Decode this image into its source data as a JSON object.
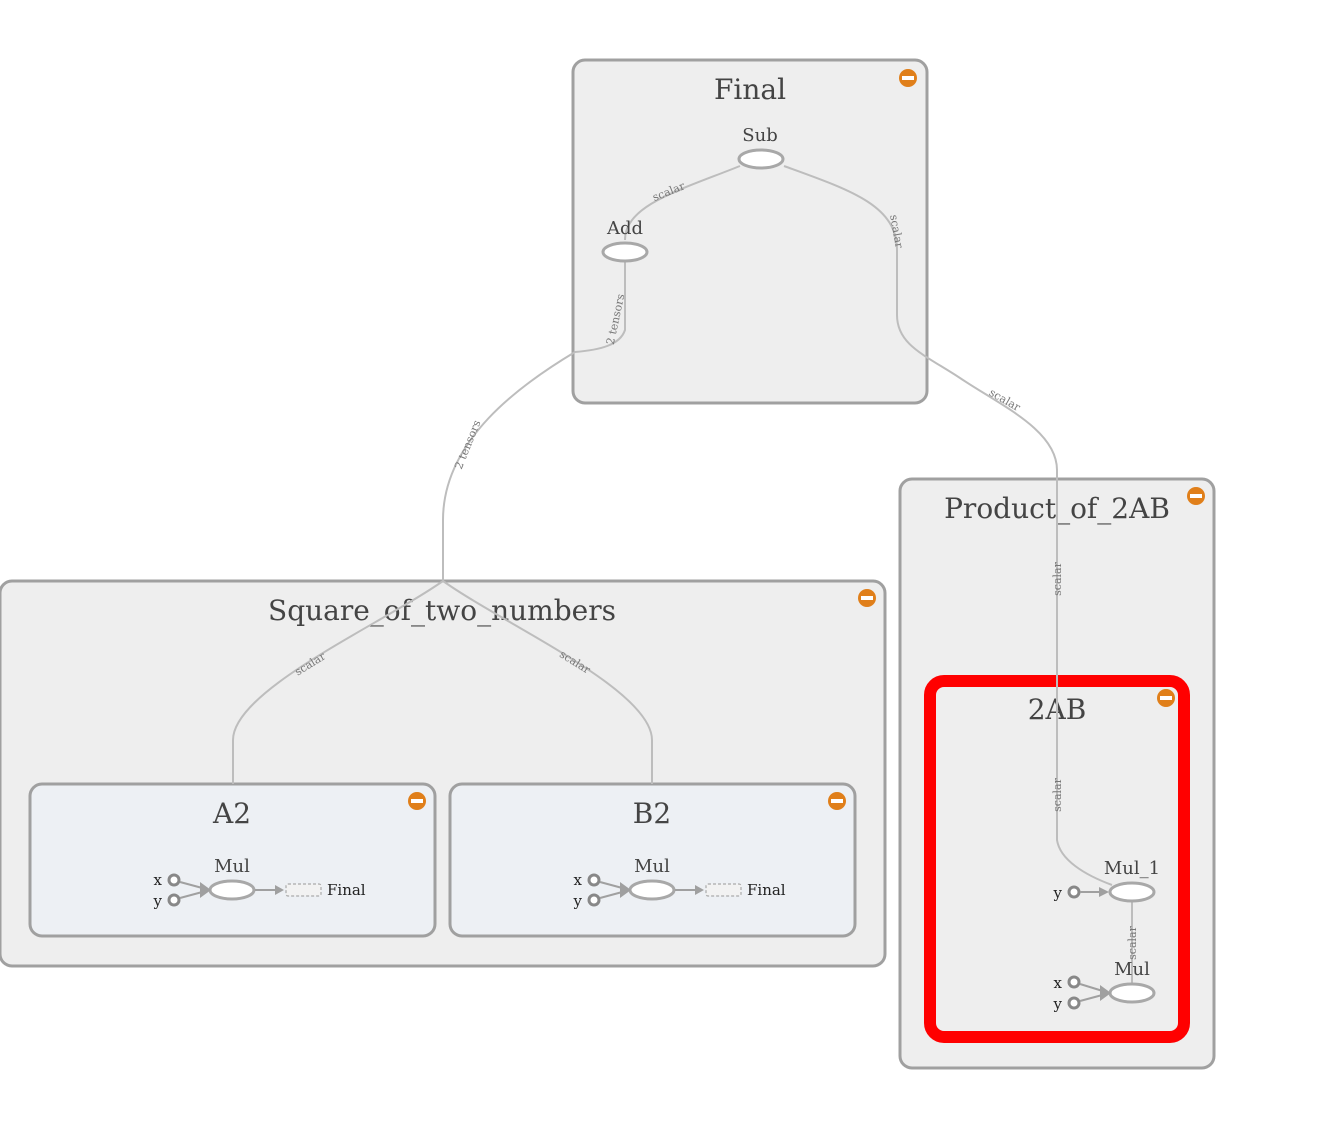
{
  "groups": {
    "final": {
      "title": "Final"
    },
    "square": {
      "title": "Square_of_two_numbers"
    },
    "a2": {
      "title": "A2"
    },
    "b2": {
      "title": "B2"
    },
    "product": {
      "title": "Product_of_2AB"
    },
    "two_ab": {
      "title": "2AB"
    }
  },
  "nodes": {
    "sub": "Sub",
    "add": "Add",
    "a2_mul": "Mul",
    "b2_mul": "Mul",
    "mul_1": "Mul_1",
    "mul": "Mul"
  },
  "ports": {
    "x": "x",
    "y": "y"
  },
  "refs": {
    "a2_final": "Final",
    "b2_final": "Final"
  },
  "edge_labels": {
    "sub_add": "scalar",
    "sub_product": "scalar",
    "add_square_upper": "2 tensors",
    "add_square_lower": "2 tensors",
    "product_outer": "scalar",
    "square_a2": "scalar",
    "square_b2": "scalar",
    "product_inner": "scalar",
    "mul_to_mul1": "scalar",
    "sub_product_lower": "scalar"
  },
  "icons": {
    "collapse": "collapse-minus-icon"
  },
  "colors": {
    "highlight": "#ff0000",
    "collapse": "#e07f1a"
  }
}
